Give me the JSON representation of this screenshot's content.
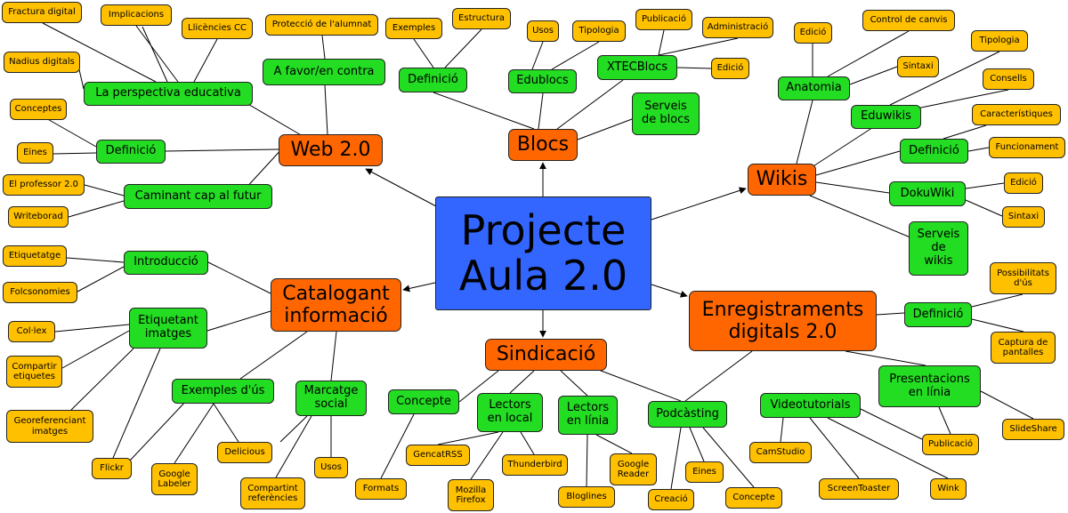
{
  "colors": {
    "center": "#3366ff",
    "main": "#ff6600",
    "sub": "#22dd22",
    "leaf": "#ffc000",
    "line": "#000000"
  },
  "center": {
    "label": "Projecte\nAula 2.0"
  },
  "main": {
    "web": "Web 2.0",
    "blocs": "Blocs",
    "wikis": "Wikis",
    "catalog": "Catalogant\ninformació",
    "sindic": "Sindicació",
    "enreg": "Enregistraments\ndigitals 2.0"
  },
  "web": {
    "perspectiva": "La perspectiva educativa",
    "favor": "A favor/en contra",
    "definicio": "Definició",
    "futur": "Caminant cap al futur",
    "fractura": "Fractura digital",
    "implicacions": "Implicacions",
    "llicencies": "Llicències CC",
    "nadius": "Nadius digitals",
    "proteccio": "Protecció de l'alumnat",
    "conceptes": "Conceptes",
    "eines": "Eines",
    "professor": "El professor 2.0",
    "writeboard": "Writeborad"
  },
  "blocs": {
    "definicio": "Definició",
    "edublocs": "Edublocs",
    "xtecblocs": "XTECBlocs",
    "serveis": "Serveis\nde blocs",
    "exemples": "Exemples",
    "estructura": "Estructura",
    "usos": "Usos",
    "tipologia": "Tipologia",
    "publicacio": "Publicació",
    "administracio": "Administració",
    "edicio": "Edició"
  },
  "wikis": {
    "anatomia": "Anatomia",
    "eduwikis": "Eduwikis",
    "definicio": "Definició",
    "dokuwiki": "DokuWiki",
    "serveis": "Serveis\nde\nwikis",
    "edicio": "Edició",
    "control": "Control de canvis",
    "sintaxi": "Sintaxi",
    "tipologia": "Tipologia",
    "consells": "Consells",
    "caracteristiques": "Característiques",
    "funcionament": "Funcionament",
    "edicio2": "Edició",
    "sintaxi2": "Sintaxi"
  },
  "catalog": {
    "introduccio": "Introducció",
    "etiquetant": "Etiquetant\nimatges",
    "exemples": "Exemples d'ús",
    "marcatge": "Marcatge\nsocial",
    "etiquetatge": "Etiquetatge",
    "folcsonomies": "Folcsonomies",
    "colex": "Col·lex",
    "compartir": "Compartir\netiquetes",
    "georef": "Georeferenciant\nimatges",
    "flickr": "Flickr",
    "google_labeler": "Google\nLabeler",
    "delicious": "Delicious",
    "compartint": "Compartint\nreferències",
    "usos": "Usos"
  },
  "sindic": {
    "concepte": "Concepte",
    "lectors_local": "Lectors\nen local",
    "lectors_linia": "Lectors\nen línia",
    "podcasting": "Podcàsting",
    "formats": "Formats",
    "gencat": "GencatRSS",
    "mozilla": "Mozilla\nFirefox",
    "thunderbird": "Thunderbird",
    "bloglines": "Bloglines",
    "google_reader": "Google\nReader",
    "creacio": "Creació",
    "eines": "Eines",
    "concepte2": "Concepte"
  },
  "enreg": {
    "definicio": "Definició",
    "presentacions": "Presentacions\nen línia",
    "videotutorials": "Videotutorials",
    "possibilitats": "Possibilitats\nd'ús",
    "captura": "Captura de\npantalles",
    "slideshare": "SlideShare",
    "publicacio": "Publicació",
    "camstudio": "CamStudio",
    "screentoaster": "ScreenToaster",
    "wink": "Wink"
  }
}
